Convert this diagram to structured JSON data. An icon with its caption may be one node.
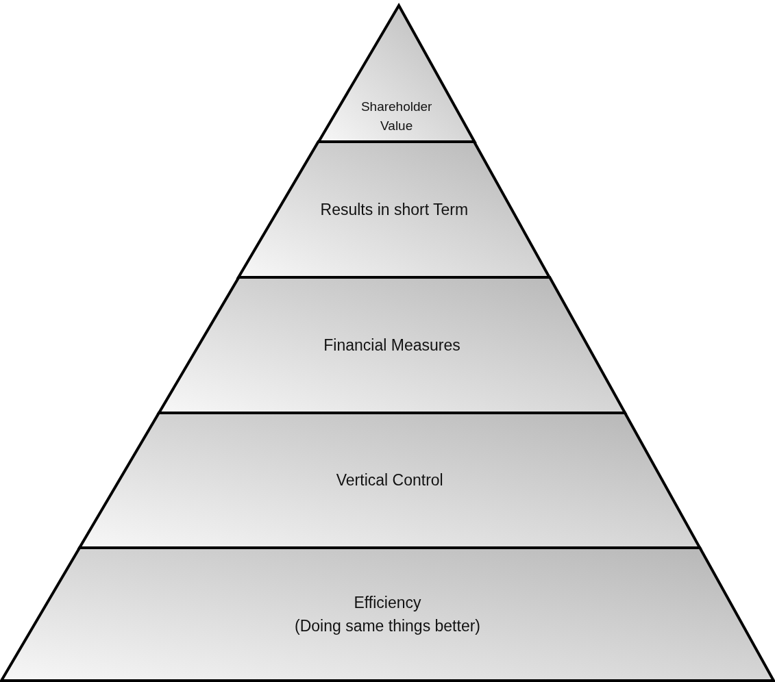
{
  "diagram": {
    "nodes": [
      {
        "text": [
          "Shareholder Value"
        ]
      },
      {
        "text": [
          "Results in short Term"
        ]
      },
      {
        "text": [
          "Financial Measures"
        ]
      },
      {
        "text": [
          "Vertical Control"
        ]
      },
      {
        "text": [
          "Efficiency",
          "(Doing same things better)"
        ]
      }
    ]
  }
}
